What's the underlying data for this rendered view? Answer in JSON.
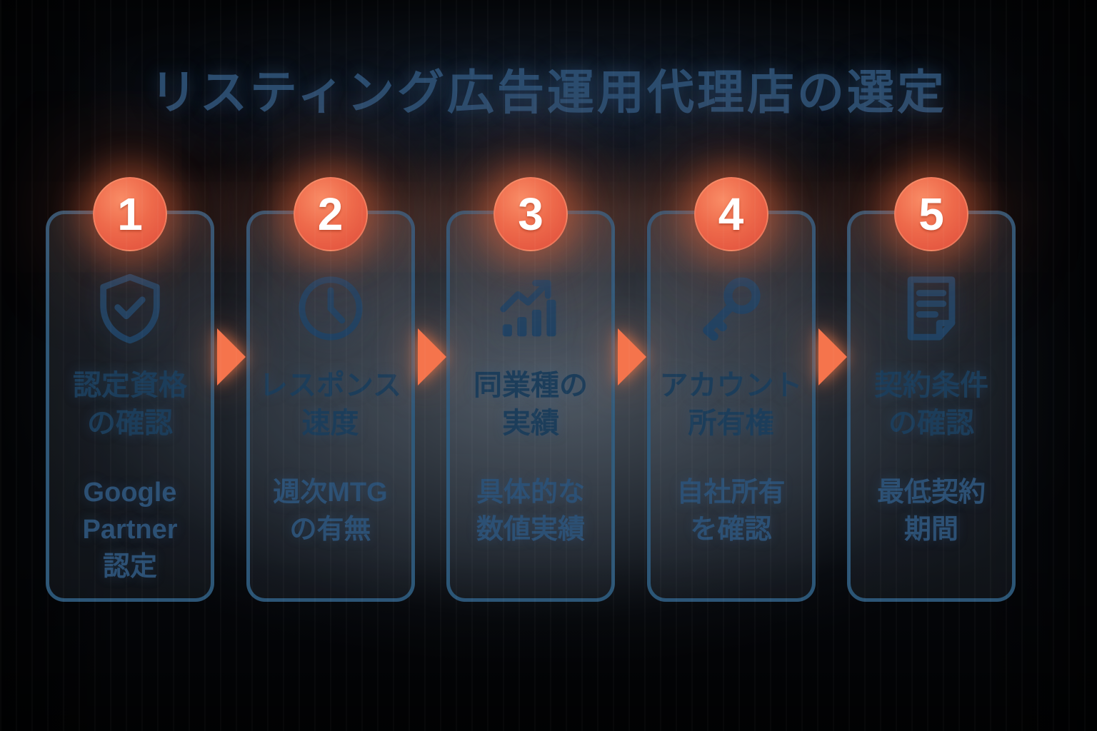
{
  "page_title": "リスティング広告運用代理店の選定",
  "colors": {
    "accent_orange": "#ee6a4b",
    "arrow_orange": "#f5744c",
    "card_border_blue": "#2f5b7e",
    "title_blue": "#2b4c6e",
    "card_title_blue": "#1c3d5a",
    "card_subtitle_blue": "#2c5074",
    "icon_blue": "#1e4263",
    "badge_number_color": "#ffffff"
  },
  "steps": [
    {
      "number": "1",
      "icon": "shield-check-icon",
      "title_lines": [
        "認定資格",
        "の確認"
      ],
      "subtitle_lines": [
        "Google",
        "Partner",
        "認定"
      ]
    },
    {
      "number": "2",
      "icon": "clock-icon",
      "title_lines": [
        "レスポンス",
        "速度"
      ],
      "subtitle_lines": [
        "週次MTG",
        "の有無",
        ""
      ]
    },
    {
      "number": "3",
      "icon": "bar-chart-growth-icon",
      "title_lines": [
        "同業種の",
        "実績"
      ],
      "subtitle_lines": [
        "具体的な",
        "数値実績",
        ""
      ]
    },
    {
      "number": "4",
      "icon": "key-icon",
      "title_lines": [
        "アカウント",
        "所有権"
      ],
      "subtitle_lines": [
        "自社所有",
        "を確認",
        ""
      ]
    },
    {
      "number": "5",
      "icon": "document-icon",
      "title_lines": [
        "契約条件",
        "の確認"
      ],
      "subtitle_lines": [
        "最低契約",
        "期間",
        ""
      ]
    }
  ]
}
